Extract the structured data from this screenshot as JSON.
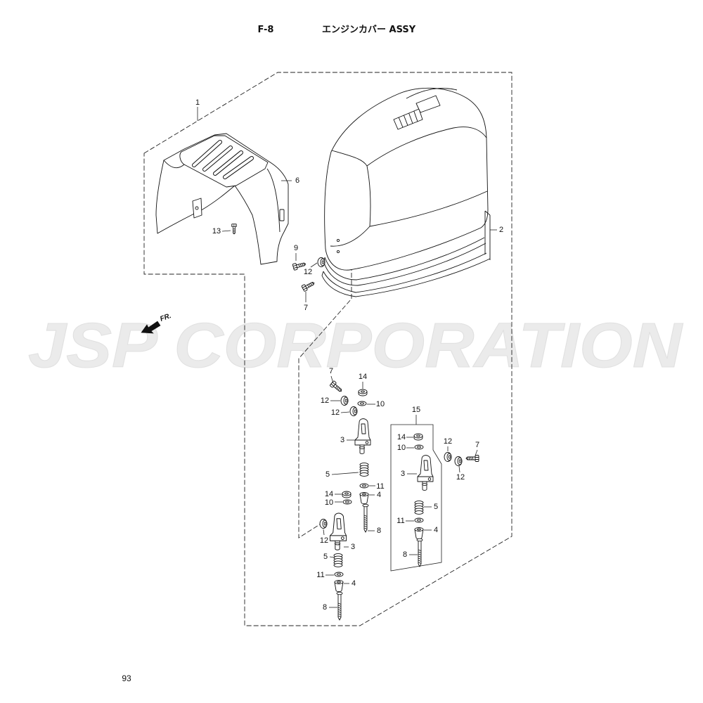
{
  "header": {
    "code": "F-8",
    "title": "エンジンカバー ASSY"
  },
  "watermark": "JSP CORPORATION",
  "direction": "FR.",
  "part_labels": [
    "1",
    "6",
    "13",
    "9",
    "12",
    "7",
    "2",
    "7",
    "14",
    "12",
    "10",
    "12",
    "3",
    "5",
    "11",
    "14",
    "4",
    "10",
    "8",
    "12",
    "3",
    "5",
    "11",
    "4",
    "8",
    "15",
    "14",
    "10",
    "3",
    "12",
    "7",
    "12",
    "5",
    "11",
    "4",
    "8"
  ],
  "page_number": "93",
  "colors": {
    "line": "#111111",
    "watermark": "#ebebeb",
    "background": "#ffffff"
  }
}
